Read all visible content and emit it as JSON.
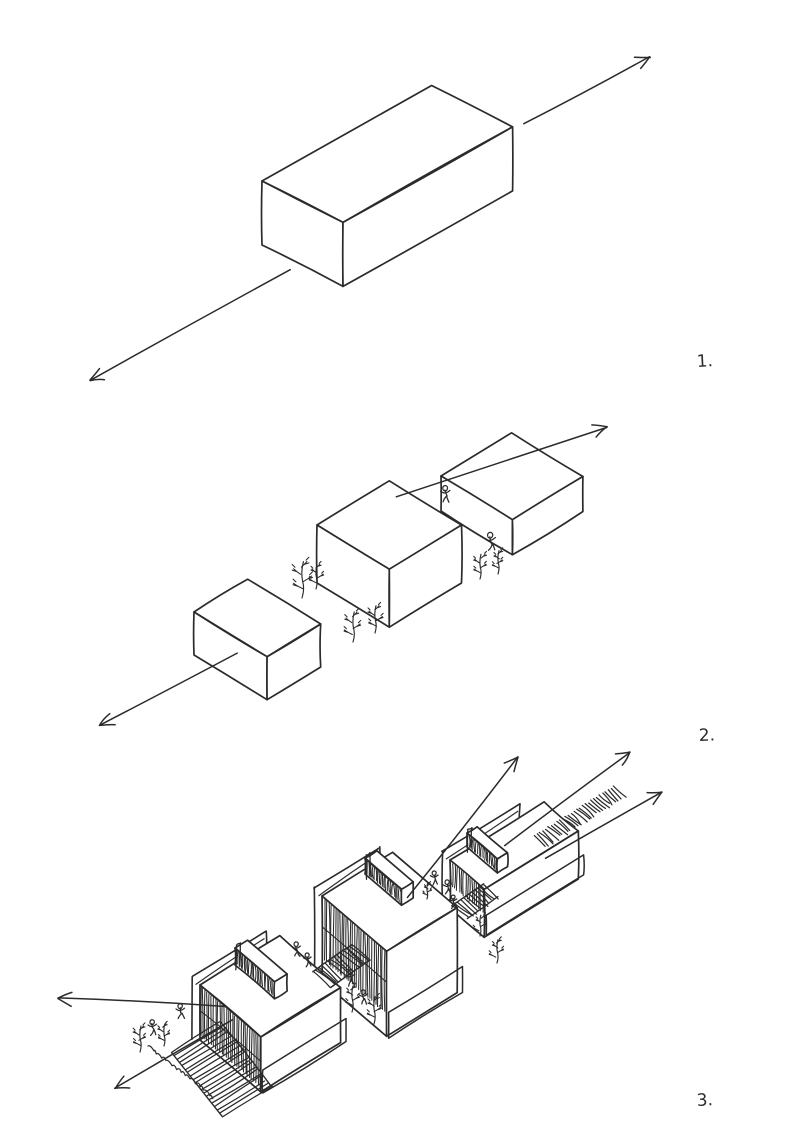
{
  "page": {
    "background_color": "#ffffff",
    "ink_color": "#2b2b2b",
    "face_fill_color": "#ffffff"
  },
  "sketch": {
    "panels": [
      {
        "label": "1."
      },
      {
        "label": "2."
      },
      {
        "label": "3."
      }
    ]
  }
}
